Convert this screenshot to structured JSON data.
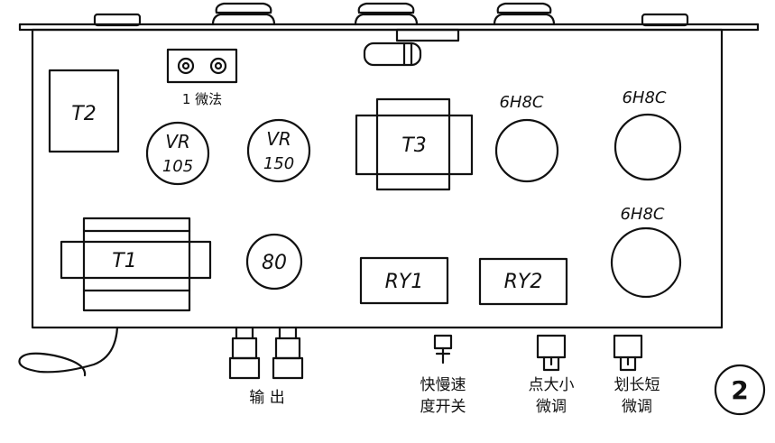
{
  "components": {
    "jack_label": "1 微法",
    "t2_label": "T2",
    "vr105_line1": "VR",
    "vr105_line2": "105",
    "vr150_line1": "VR",
    "vr150_line2": "150",
    "t3_label": "T3",
    "tube1_label": "6H8C",
    "tube2_label": "6H8C",
    "tube3_label": "6H8C",
    "t1_label": "T1",
    "rect80_label": "80",
    "ry1_label": "RY1",
    "ry2_label": "RY2"
  },
  "bottom_labels": {
    "output": "输 出",
    "speed_line1": "快慢速",
    "speed_line2": "度开关",
    "dot_line1": "点大小",
    "dot_line2": "微调",
    "dash_line1": "划长短",
    "dash_line2": "微调"
  },
  "figure_number": "2"
}
